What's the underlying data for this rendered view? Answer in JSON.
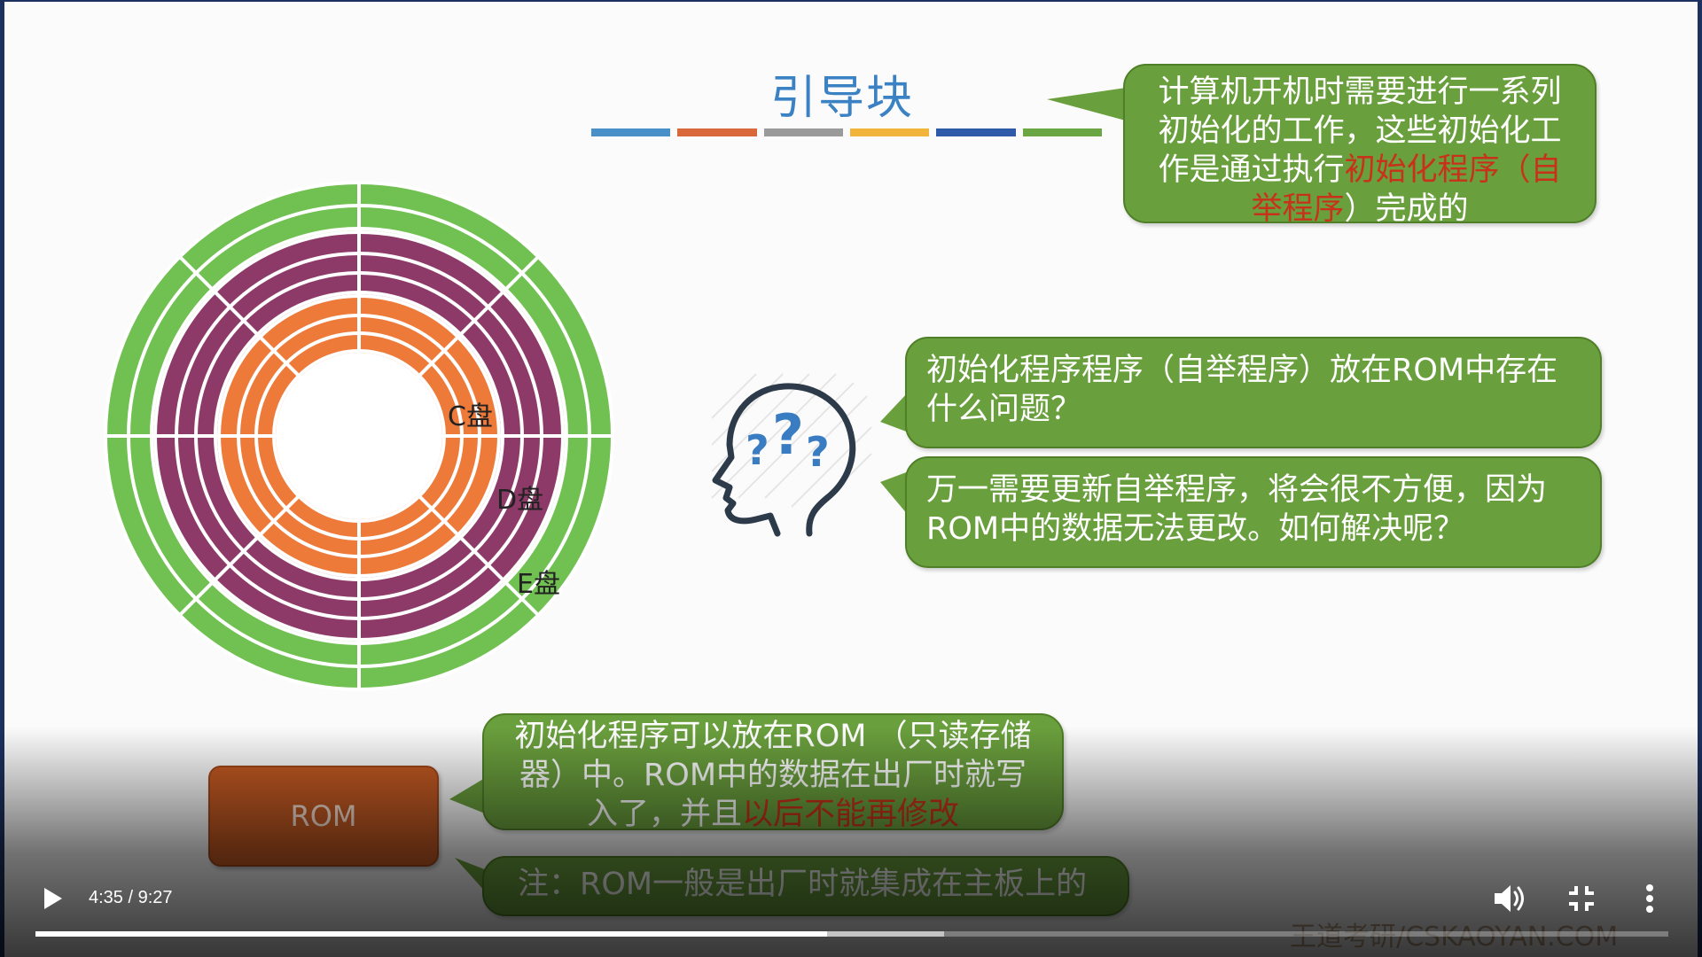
{
  "slide": {
    "title": "引导块",
    "stripe_colors": [
      "#4a90c8",
      "#d9693a",
      "#9a9a9a",
      "#f0b53a",
      "#2e5aa8",
      "#6aa644"
    ],
    "disk_labels": {
      "c": "C盘",
      "d": "D盘",
      "e": "E盘"
    },
    "colors": {
      "outer_ring": "#71c152",
      "middle_ring": "#8e3a68",
      "inner_ring": "#ee7a3a",
      "bubble": "#6a9f3d",
      "highlight": "#c8321b"
    },
    "bubble1": {
      "line1": "计算机开机时需要进行一系列",
      "line2": "初始化的工作，这些初始化工",
      "line3_a": "作是通过执行",
      "line3_red": "初始化程序（自",
      "line4_red": "举程序",
      "line4_b": "）完成的"
    },
    "bubble2": {
      "line1": "初始化程序程序（自举程序）放在ROM中存在",
      "line2": "什么问题？"
    },
    "bubble3": {
      "line1": "万一需要更新自举程序，将会很不方便，因为",
      "line2": "ROM中的数据无法更改。如何解决呢？"
    },
    "rom_box": "ROM",
    "bubble4": {
      "line1": "初始化程序可以放在ROM （只读存储",
      "line2": "器）中。ROM中的数据在出厂时就写",
      "line3_a": "入了，并且",
      "line3_red": "以后不能再修改"
    },
    "bubble5": "注：ROM一般是出厂时就集成在主板上的",
    "head_icon": "head-question-marks-icon",
    "watermark": "王道考研/CSKAOYAN.COM"
  },
  "player": {
    "current_time": "4:35",
    "separator": " / ",
    "duration": "9:27",
    "progress_fraction": 0.4846,
    "buffer_fraction": 0.5565,
    "play_icon": "play-icon",
    "volume_icon": "volume-icon",
    "exit_fullscreen_icon": "exit-fullscreen-icon",
    "more_icon": "more-vertical-icon"
  }
}
